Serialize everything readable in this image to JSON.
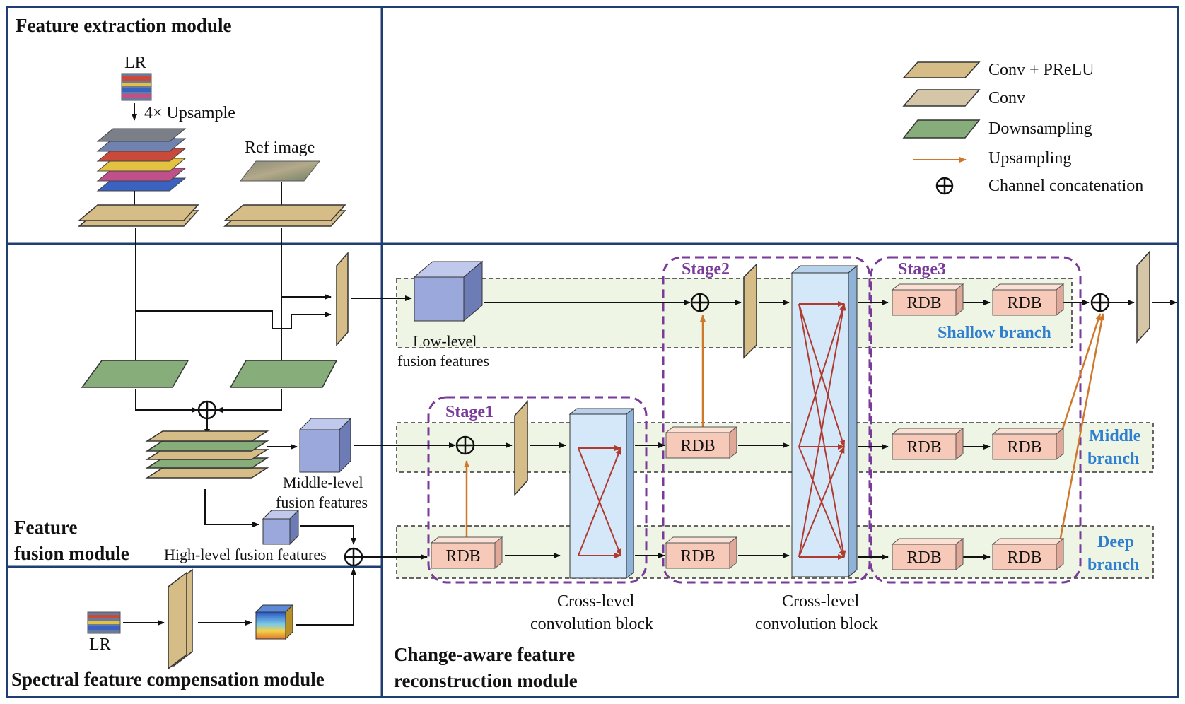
{
  "modules": {
    "feature_extraction": "Feature extraction module",
    "feature_fusion_line1": "Feature",
    "feature_fusion_line2": "fusion module",
    "spectral_compensation": "Spectral feature compensation  module",
    "reconstruction_line1": "Change-aware feature",
    "reconstruction_line2": "reconstruction module"
  },
  "labels": {
    "lr_top": "LR",
    "upsample": "4× Upsample",
    "ref_image": "Ref image",
    "low_level_1": "Low-level",
    "low_level_2": "fusion features",
    "middle_level_1": "Middle-level",
    "middle_level_2": "fusion features",
    "high_level": "High-level fusion features",
    "lr_bottom": "LR",
    "cross_level_a1": "Cross-level",
    "cross_level_a2": "convolution block",
    "cross_level_b1": "Cross-level",
    "cross_level_b2": "convolution block"
  },
  "stages": {
    "stage1": "Stage1",
    "stage2": "Stage2",
    "stage3": "Stage3"
  },
  "branches": {
    "shallow": "Shallow branch",
    "middle_1": "Middle",
    "middle_2": "branch",
    "deep_1": "Deep",
    "deep_2": "branch"
  },
  "rdb": "RDB",
  "legend": {
    "conv_prelu": "Conv + PReLU",
    "conv": "Conv",
    "downsampling": "Downsampling",
    "upsampling": "Upsampling",
    "concat": "Channel concatenation"
  },
  "colors": {
    "module_border": "#1f3f73",
    "conv_prelu": "#d6bc86",
    "conv": "#d4c6a6",
    "downsampling": "#86ad7a",
    "cube": "#9aa8dc",
    "rdb": "#f7c9b8",
    "stage_border": "#7a3a9a",
    "branch_bg": "#eef5e4",
    "cross_block": "#d4e8fa",
    "upsampling_arrow": "#d0782a",
    "cross_arrow": "#b03a2e",
    "branch_text": "#2f7fd0"
  }
}
